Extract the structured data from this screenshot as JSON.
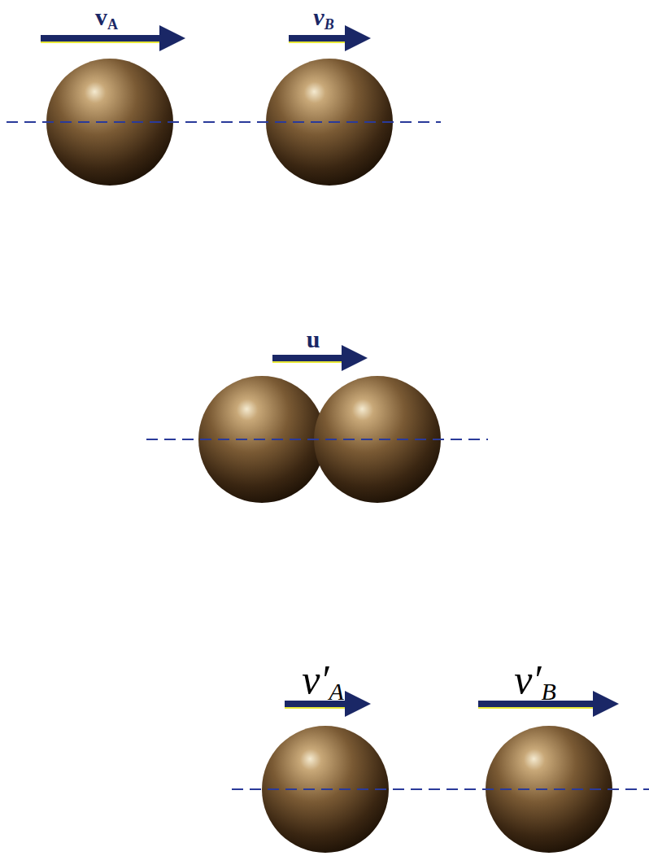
{
  "diagram": {
    "labels": [
      "vA",
      "vB",
      "u",
      "v′A",
      "v′B"
    ]
  }
}
